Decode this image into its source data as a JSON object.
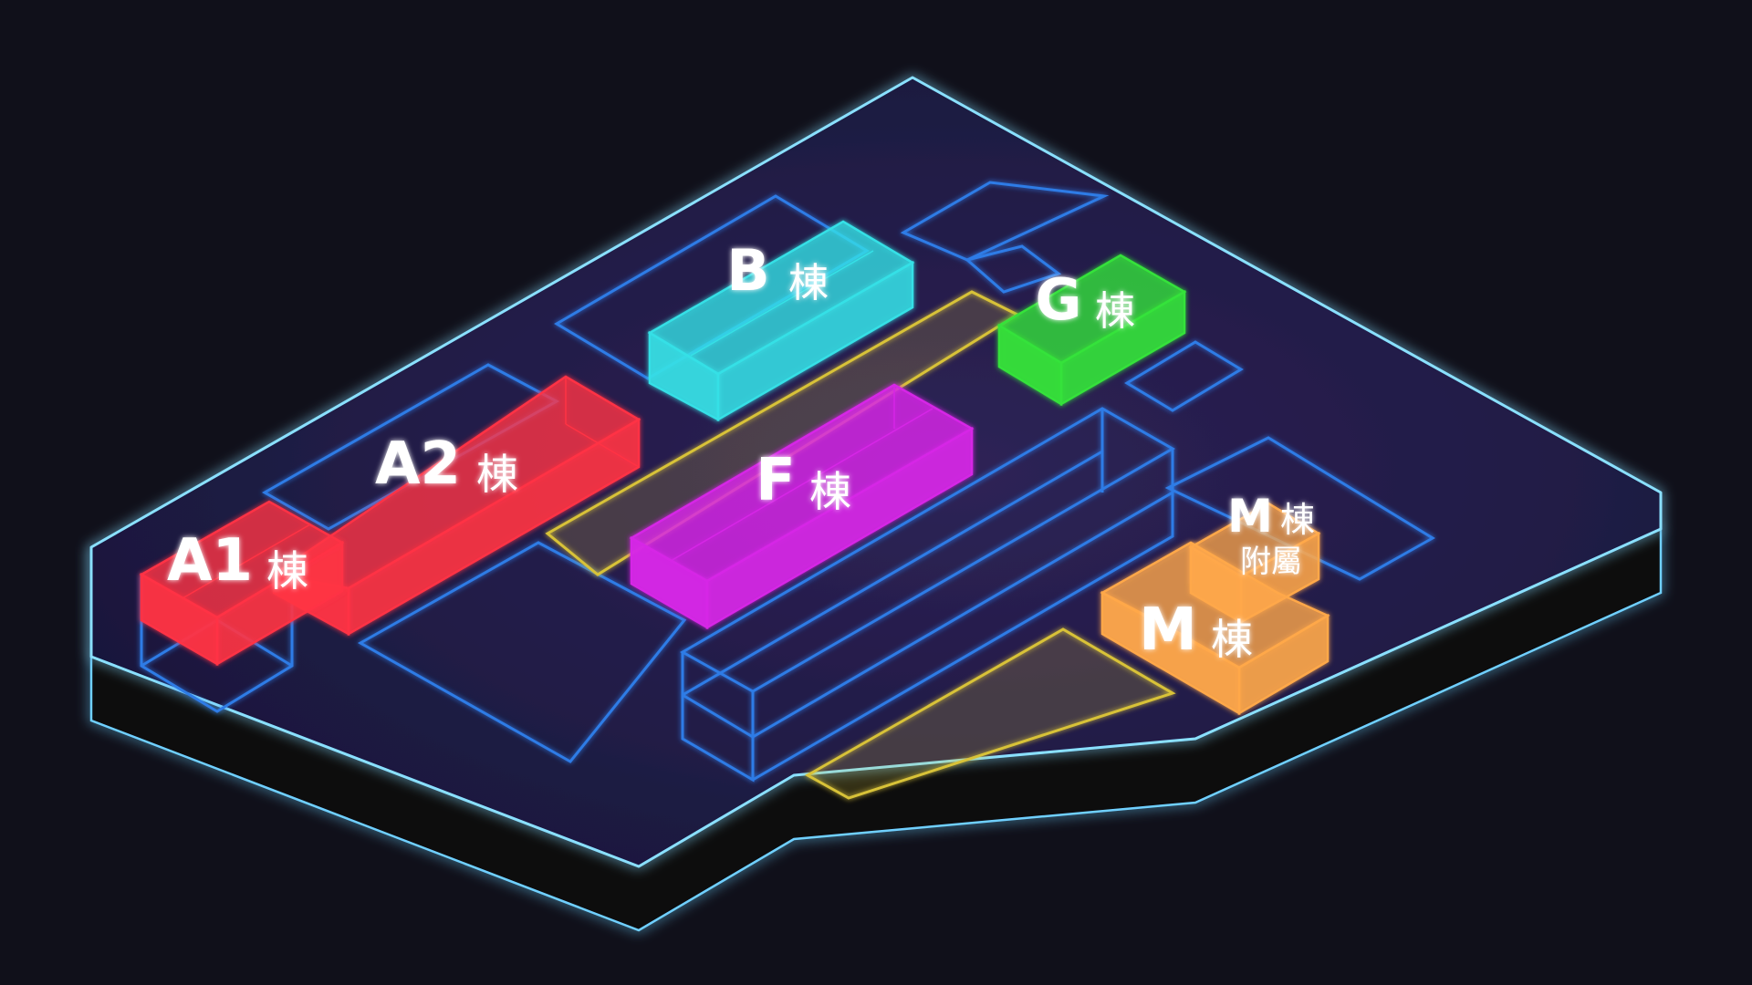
{
  "campus_map": {
    "buildings": [
      {
        "id": "b",
        "letter": "B",
        "suffix": "棟",
        "color": "#35e0e6"
      },
      {
        "id": "g",
        "letter": "G",
        "suffix": "棟",
        "color": "#34e23a"
      },
      {
        "id": "a2",
        "letter": "A2",
        "suffix": "棟",
        "color": "#ff3344"
      },
      {
        "id": "a1",
        "letter": "A1",
        "suffix": "棟",
        "color": "#ff3344"
      },
      {
        "id": "f",
        "letter": "F",
        "suffix": "棟",
        "color": "#d626e6"
      },
      {
        "id": "m",
        "letter": "M",
        "suffix": "棟",
        "color": "#ffa84a"
      },
      {
        "id": "ma",
        "letter": "M",
        "suffix": "棟",
        "subtitle": "附屬",
        "color": "#ffa84a"
      }
    ],
    "colors": {
      "background": "#10101a",
      "site_outline": "#7ed6ff",
      "site_fill": "#1c1a3c",
      "outline_blue": "#2f7be6",
      "path_yellow": "#d8c238"
    }
  }
}
